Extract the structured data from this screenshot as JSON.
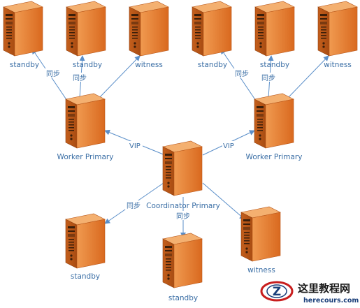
{
  "nodes": [
    {
      "id": "standby-1",
      "label": "standby"
    },
    {
      "id": "standby-2",
      "label": "standby"
    },
    {
      "id": "witness-1",
      "label": "witness"
    },
    {
      "id": "standby-3",
      "label": "standby"
    },
    {
      "id": "standby-4",
      "label": "standby"
    },
    {
      "id": "witness-2",
      "label": "witness"
    },
    {
      "id": "worker-primary-left",
      "label": "Worker Primary"
    },
    {
      "id": "worker-primary-right",
      "label": "Worker Primary"
    },
    {
      "id": "coordinator-primary",
      "label": "Coordinator  Primary"
    },
    {
      "id": "standby-5",
      "label": "standby"
    },
    {
      "id": "standby-6",
      "label": "standby"
    },
    {
      "id": "witness-3",
      "label": "witness"
    }
  ],
  "edge_labels": {
    "sync": "同步",
    "vip": "VIP"
  },
  "watermark": {
    "cn": "这里教程网",
    "en": "herecours.com",
    "logo_letter": "Z"
  },
  "colors": {
    "server_front": "#e07a2e",
    "server_side": "#b8561a",
    "server_top": "#f0a15e",
    "line": "#5b8fc9",
    "label": "#3a6ea5"
  }
}
